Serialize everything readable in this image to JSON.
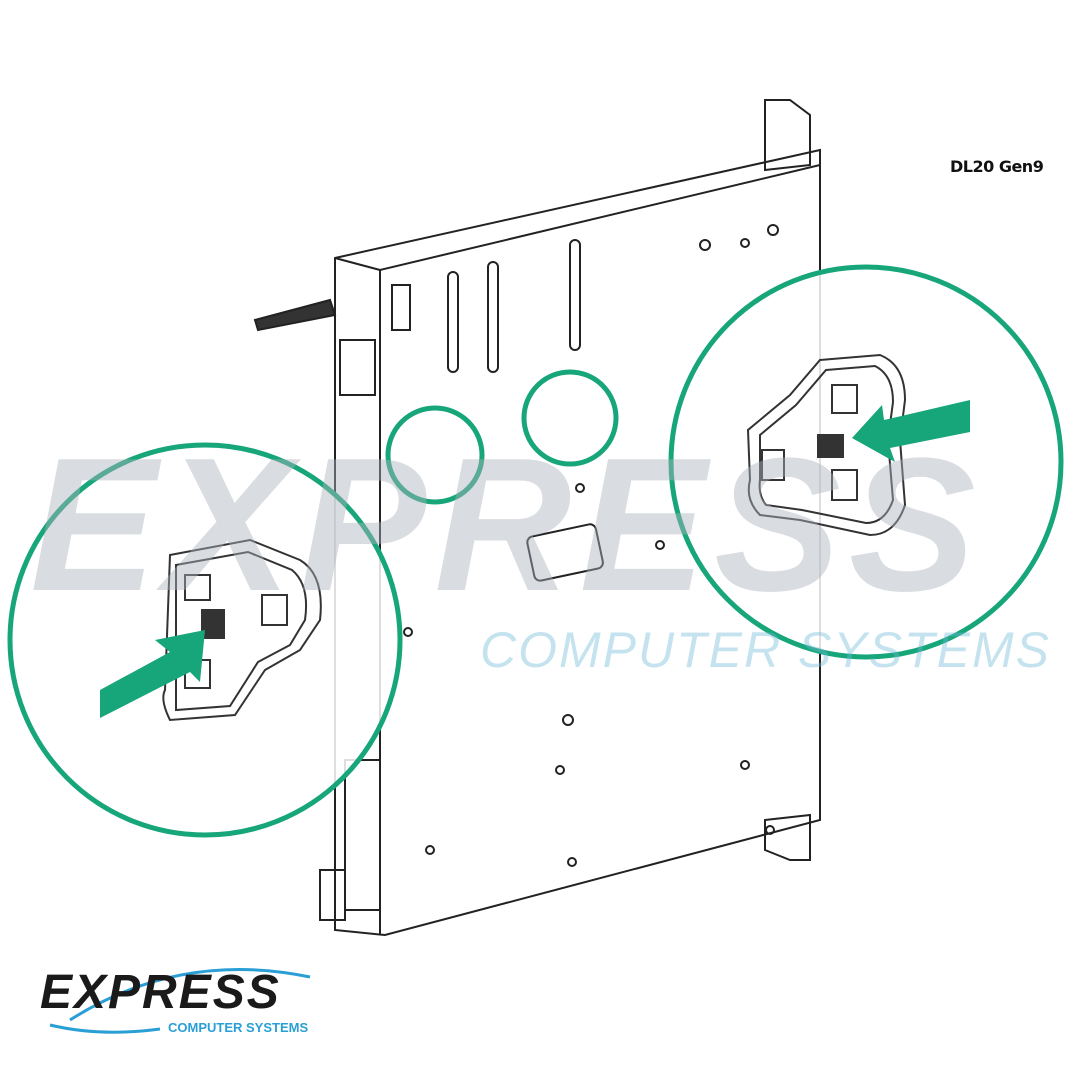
{
  "model_label": "DL20 Gen9",
  "watermark": {
    "title": "EXPRESS",
    "subtitle": "COMPUTER SYSTEMS"
  },
  "logo": {
    "title": "EXPRESS",
    "subtitle": "COMPUTER SYSTEMS",
    "accent": "#2a9fd6"
  },
  "colors": {
    "callout": "#17a57a",
    "line": "#222222"
  }
}
